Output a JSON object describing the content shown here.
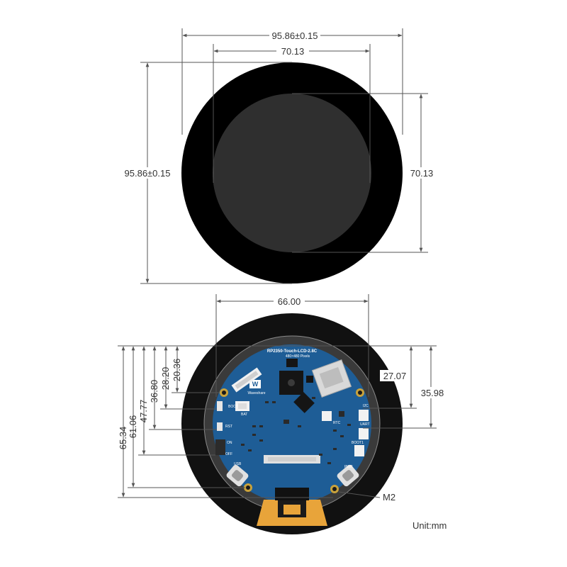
{
  "colors": {
    "bezel": "#000000",
    "screen": "#2f2f2f",
    "pcb": "#1e5d96",
    "dim_line": "#555555",
    "dim_text": "#333333",
    "fpc": "#e8a43a"
  },
  "front_view": {
    "outer_width": "95.86±0.15",
    "screen_width": "70.13",
    "outer_height": "95.86±0.15",
    "screen_height": "70.13"
  },
  "back_view": {
    "board_width": "66.00",
    "left_dims": [
      "65.34",
      "61.06",
      "47.77",
      "36.80",
      "28.20",
      "20.36"
    ],
    "right_dims": [
      "27.07",
      "35.98"
    ],
    "mount_hole": "M2",
    "unit": "Unit:mm"
  },
  "board": {
    "model": "RP2350-Touch-LCD-2.8C",
    "resolution": "480×480 Pixels",
    "brand": "Waveshare",
    "silkscreen": [
      "BOOT",
      "BAT",
      "RST",
      "ON",
      "OFF",
      "RTC",
      "I2C",
      "UART",
      "BOOT1",
      "PWR",
      "USB"
    ]
  }
}
